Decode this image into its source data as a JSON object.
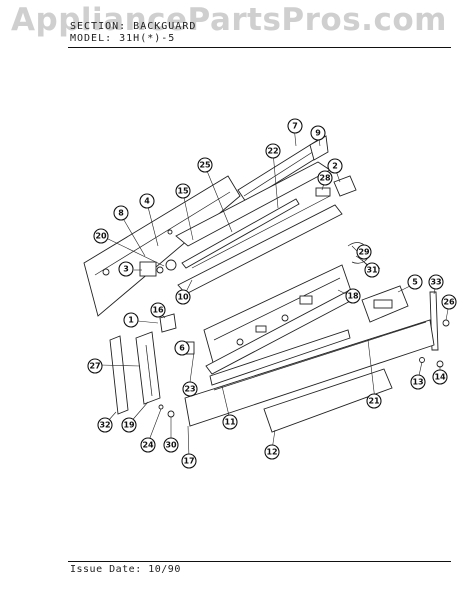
{
  "watermark": "AppliancePartsPros.com",
  "header": {
    "section": "SECTION: BACKGUARD",
    "model": "MODEL: 31H(*)-5"
  },
  "footer": {
    "issue_date": "Issue Date: 10/90"
  },
  "callouts": [
    "7",
    "9",
    "25",
    "22",
    "2",
    "15",
    "28",
    "4",
    "8",
    "20",
    "3",
    "29",
    "31",
    "10",
    "18",
    "5",
    "26",
    "33",
    "16",
    "1",
    "6",
    "27",
    "23",
    "21",
    "14",
    "13",
    "11",
    "32",
    "19",
    "24",
    "30",
    "17",
    "12"
  ]
}
